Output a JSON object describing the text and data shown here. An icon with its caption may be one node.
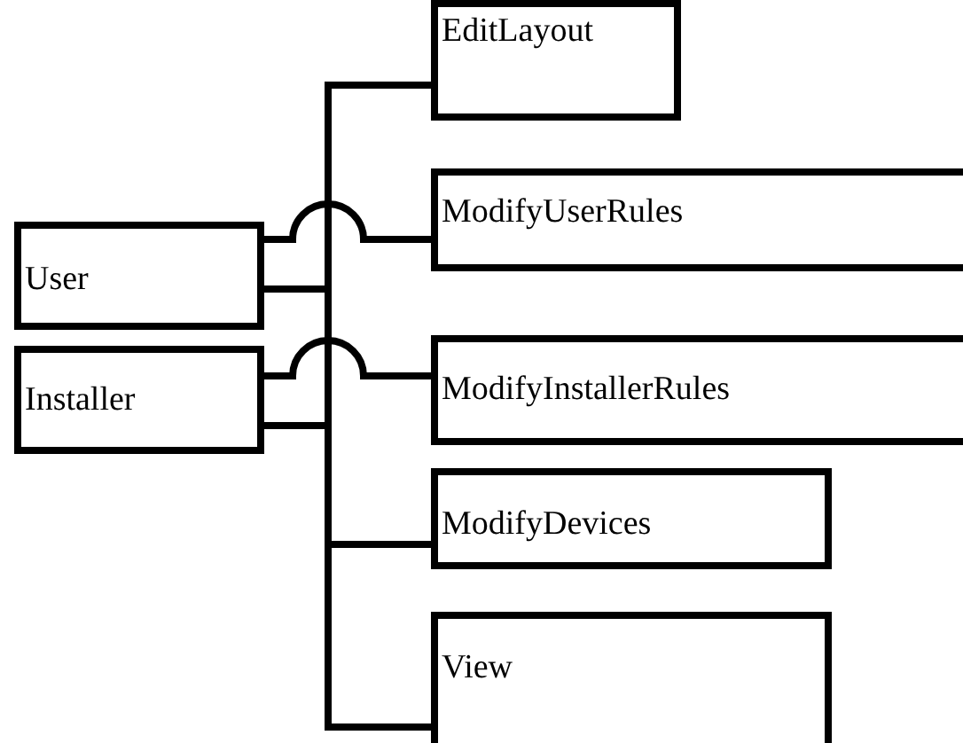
{
  "diagram": {
    "nodes": [
      {
        "text": [
          "User"
        ]
      },
      {
        "text": [
          "Installer"
        ]
      },
      {
        "text": [
          "EditLayout"
        ]
      },
      {
        "text": [
          "ModifyUserRules"
        ]
      },
      {
        "text": [
          "ModifyInstallerRules"
        ]
      },
      {
        "text": [
          "ModifyDevices"
        ]
      },
      {
        "text": [
          "View"
        ]
      }
    ],
    "edges": [
      {
        "from": 0,
        "to": 3,
        "arrow": "none"
      },
      {
        "from": 1,
        "to": 4,
        "arrow": "none"
      },
      {
        "from": 0,
        "to": 2,
        "arrow": "none"
      },
      {
        "from": 0,
        "to": 5,
        "arrow": "none"
      },
      {
        "from": 0,
        "to": 6,
        "arrow": "none"
      },
      {
        "from": 1,
        "to": 2,
        "arrow": "none"
      },
      {
        "from": 1,
        "to": 5,
        "arrow": "none"
      },
      {
        "from": 1,
        "to": 6,
        "arrow": "none"
      }
    ]
  }
}
